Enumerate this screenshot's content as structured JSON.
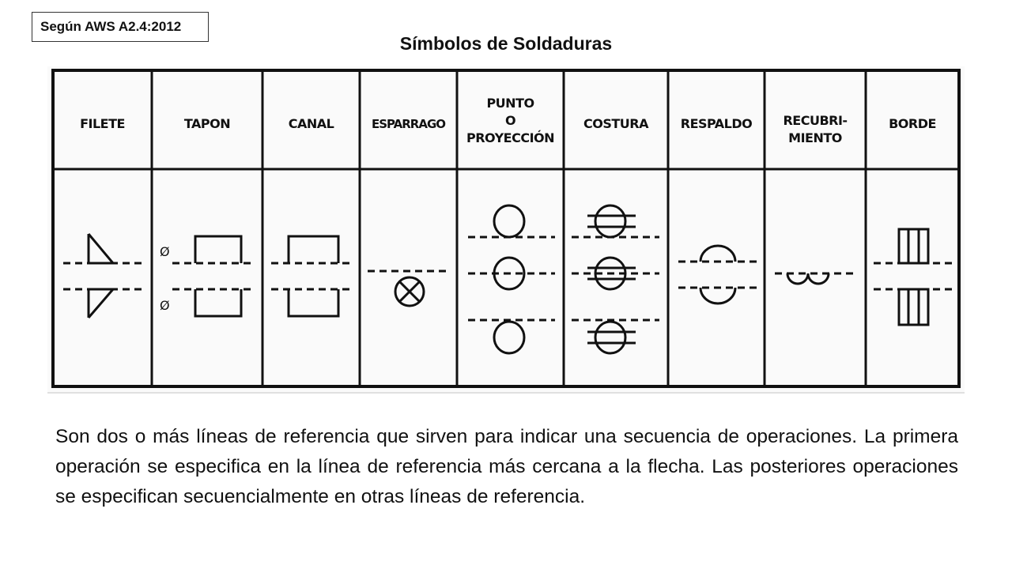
{
  "source_tag": "Según AWS A2.4:2012",
  "title": "Símbolos de Soldaduras",
  "table": {
    "columns": [
      {
        "label": "FILETE"
      },
      {
        "label": "TAPON"
      },
      {
        "label": "CANAL"
      },
      {
        "label": "ESPARRAGO"
      },
      {
        "label": "PUNTO\nO\nPROYECCIÓN"
      },
      {
        "label": "COSTURA"
      },
      {
        "label": "RESPALDO"
      },
      {
        "label": "RECUBRI-\nMIENTO"
      },
      {
        "label": "BORDE"
      }
    ],
    "tapon_symbol_text": "Ø"
  },
  "description": "Son dos o más líneas de referencia que sirven para indicar una secuencia de operaciones. La primera operación se especifica en la línea de referencia más cercana a la flecha. Las posteriores operaciones se especifican secuencialmente en otras líneas de referencia."
}
